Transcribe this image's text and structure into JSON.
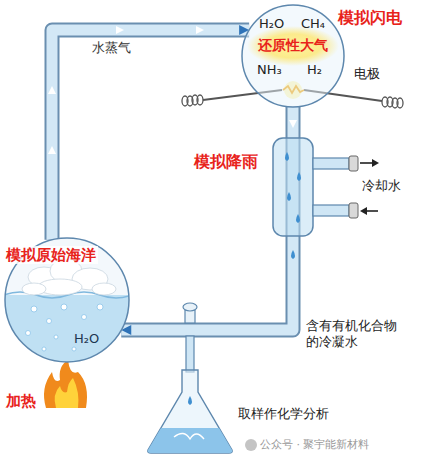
{
  "diagram": {
    "nodes": [
      {
        "text": [
          "H₂O",
          "CH₄",
          "还原性大气",
          "NH₃",
          "H₂"
        ]
      },
      {
        "text": [
          "H₂O"
        ]
      }
    ],
    "edges": [
      {
        "from": 1,
        "to": 0,
        "arrow": "to",
        "label": "水蒸气"
      },
      {
        "from": 0,
        "to": 1,
        "arrow": "to"
      }
    ],
    "labels": [
      "模拟闪电",
      "电极",
      "模拟降雨",
      "冷却水",
      "模拟原始海洋",
      "含有有机化合物的冷凝水",
      "加热",
      "取样作化学分析",
      "公众号 · 聚宇能新材料"
    ]
  }
}
